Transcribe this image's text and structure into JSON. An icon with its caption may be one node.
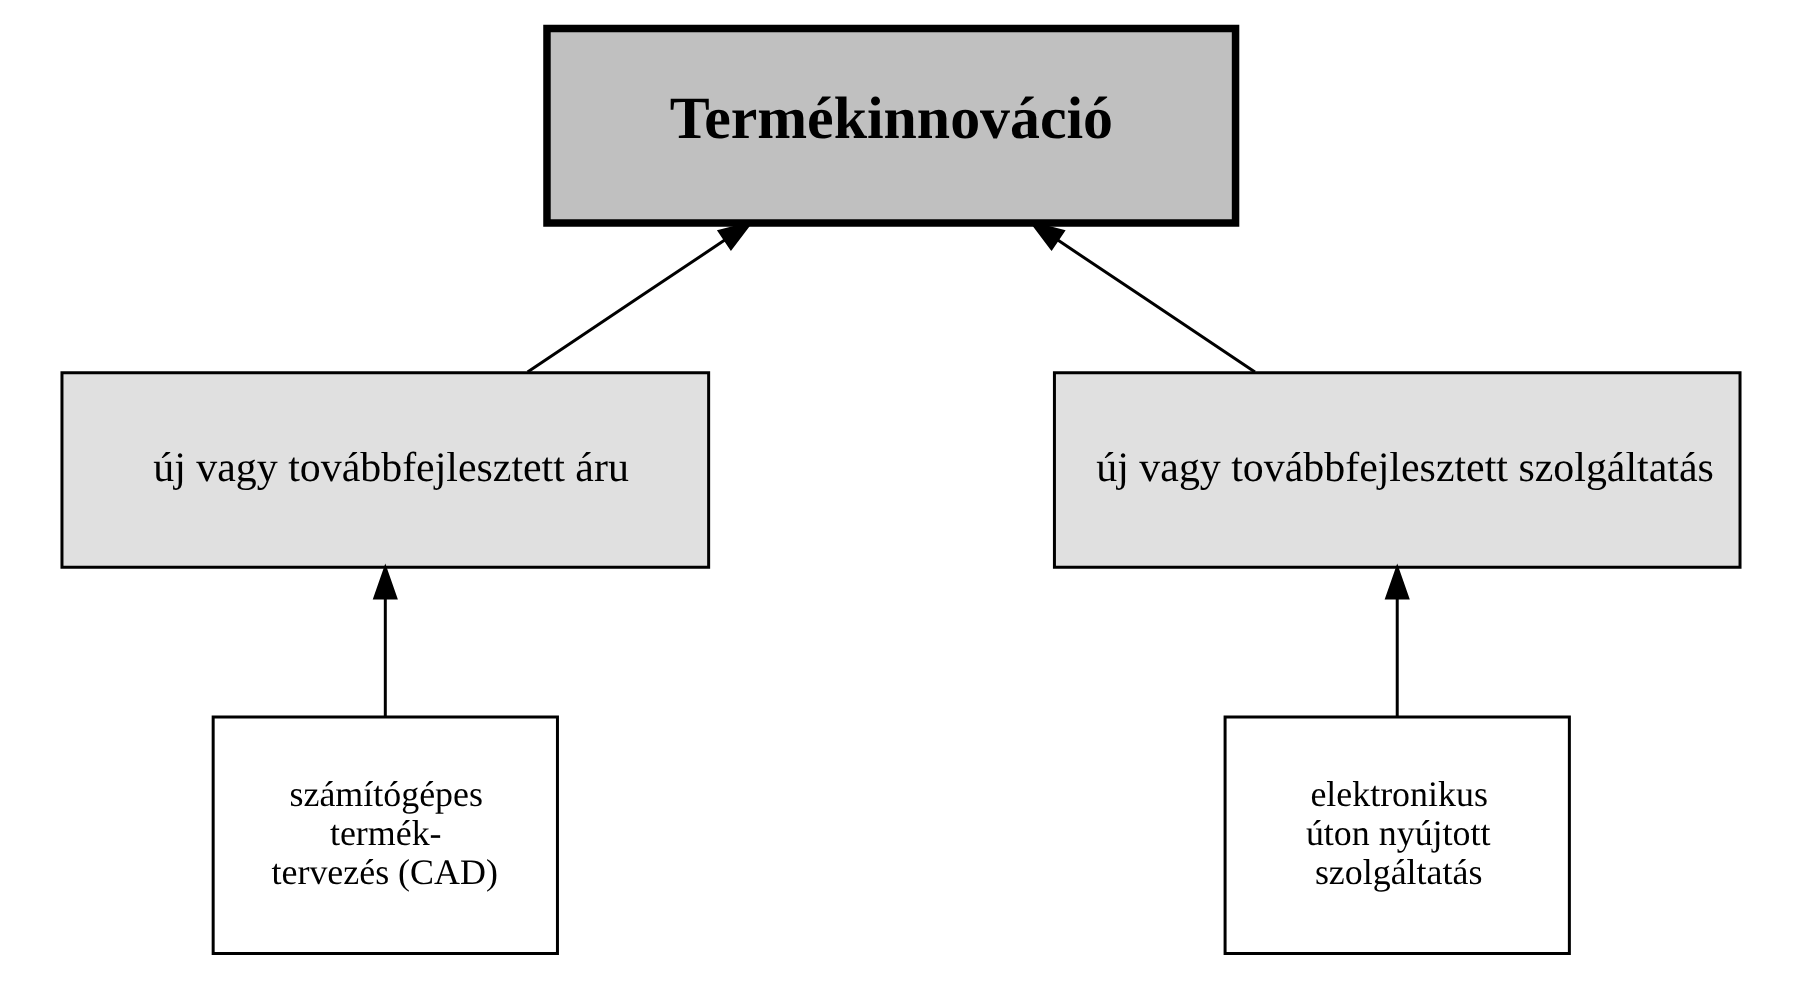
{
  "diagram": {
    "nodes": [
      {
        "text": [
          "Termékinnováció"
        ]
      },
      {
        "text": [
          "új vagy továbbfejlesztett áru"
        ]
      },
      {
        "text": [
          "új vagy továbbfejlesztett szolgáltatás"
        ]
      },
      {
        "text": [
          "számítógépes termék- tervezés (CAD)"
        ]
      },
      {
        "text": [
          "elektronikus úton nyújtott szolgáltatás"
        ]
      }
    ],
    "edges": [
      {
        "from": 1,
        "to": 0,
        "arrow": "to"
      },
      {
        "from": 2,
        "to": 0,
        "arrow": "to"
      },
      {
        "from": 3,
        "to": 1,
        "arrow": "to"
      },
      {
        "from": 4,
        "to": 2,
        "arrow": "to"
      }
    ]
  }
}
